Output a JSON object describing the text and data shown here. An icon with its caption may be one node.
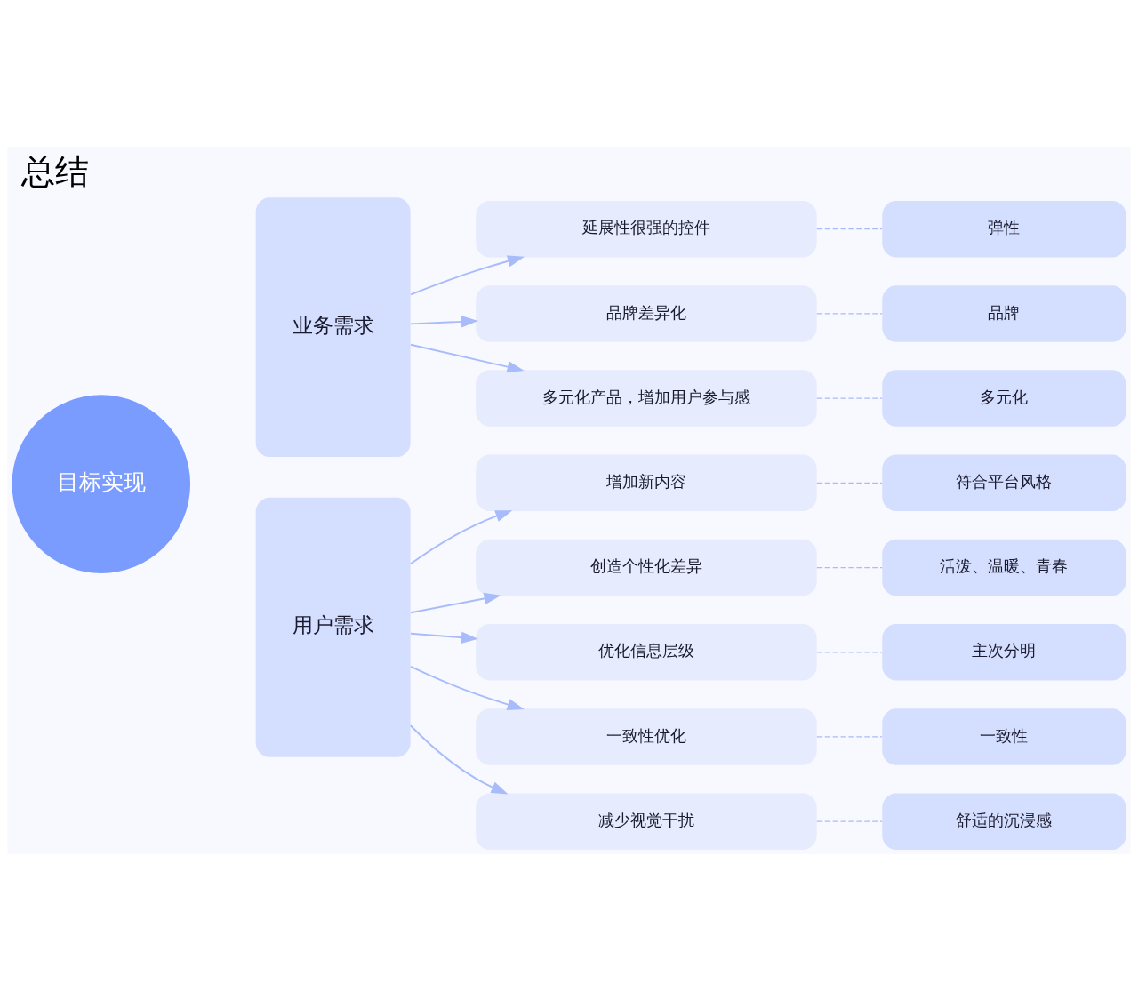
{
  "diagram": {
    "title": "总结",
    "nodes": [
      {
        "text": [
          "目标实现"
        ]
      },
      {
        "text": [
          "业务需求"
        ]
      },
      {
        "text": [
          "延展性很强的控件"
        ]
      },
      {
        "text": [
          "弹性"
        ]
      },
      {
        "text": [
          "品牌差异化"
        ]
      },
      {
        "text": [
          "品牌"
        ]
      },
      {
        "text": [
          "多元化产品，增加用户参与感"
        ]
      },
      {
        "text": [
          "多元化"
        ]
      },
      {
        "text": [
          "用户需求"
        ]
      },
      {
        "text": [
          "增加新内容"
        ]
      },
      {
        "text": [
          "符合平台风格"
        ]
      },
      {
        "text": [
          "创造个性化差异"
        ]
      },
      {
        "text": [
          "活泼、温暖、青春"
        ]
      },
      {
        "text": [
          "优化信息层级"
        ]
      },
      {
        "text": [
          "主次分明"
        ]
      },
      {
        "text": [
          "一致性优化"
        ]
      },
      {
        "text": [
          "一致性"
        ]
      },
      {
        "text": [
          "减少视觉干扰"
        ]
      },
      {
        "text": [
          "舒适的沉浸感"
        ]
      }
    ],
    "edges": [
      {
        "from": 1,
        "to": 2,
        "arrow": "to"
      },
      {
        "from": 1,
        "to": 4,
        "arrow": "to"
      },
      {
        "from": 1,
        "to": 6,
        "arrow": "to"
      },
      {
        "from": 2,
        "to": 3,
        "arrow": "none",
        "style": "dashed"
      },
      {
        "from": 4,
        "to": 5,
        "arrow": "none",
        "style": "dashed"
      },
      {
        "from": 6,
        "to": 7,
        "arrow": "none",
        "style": "dashed"
      },
      {
        "from": 8,
        "to": 9,
        "arrow": "to"
      },
      {
        "from": 8,
        "to": 11,
        "arrow": "to"
      },
      {
        "from": 8,
        "to": 13,
        "arrow": "to"
      },
      {
        "from": 8,
        "to": 15,
        "arrow": "to"
      },
      {
        "from": 8,
        "to": 17,
        "arrow": "to"
      },
      {
        "from": 9,
        "to": 10,
        "arrow": "none",
        "style": "dashed"
      },
      {
        "from": 11,
        "to": 12,
        "arrow": "none",
        "style": "dashed"
      },
      {
        "from": 13,
        "to": 14,
        "arrow": "none",
        "style": "dashed"
      },
      {
        "from": 15,
        "to": 16,
        "arrow": "none",
        "style": "dashed"
      },
      {
        "from": 17,
        "to": 18,
        "arrow": "none",
        "style": "dashed"
      }
    ]
  }
}
